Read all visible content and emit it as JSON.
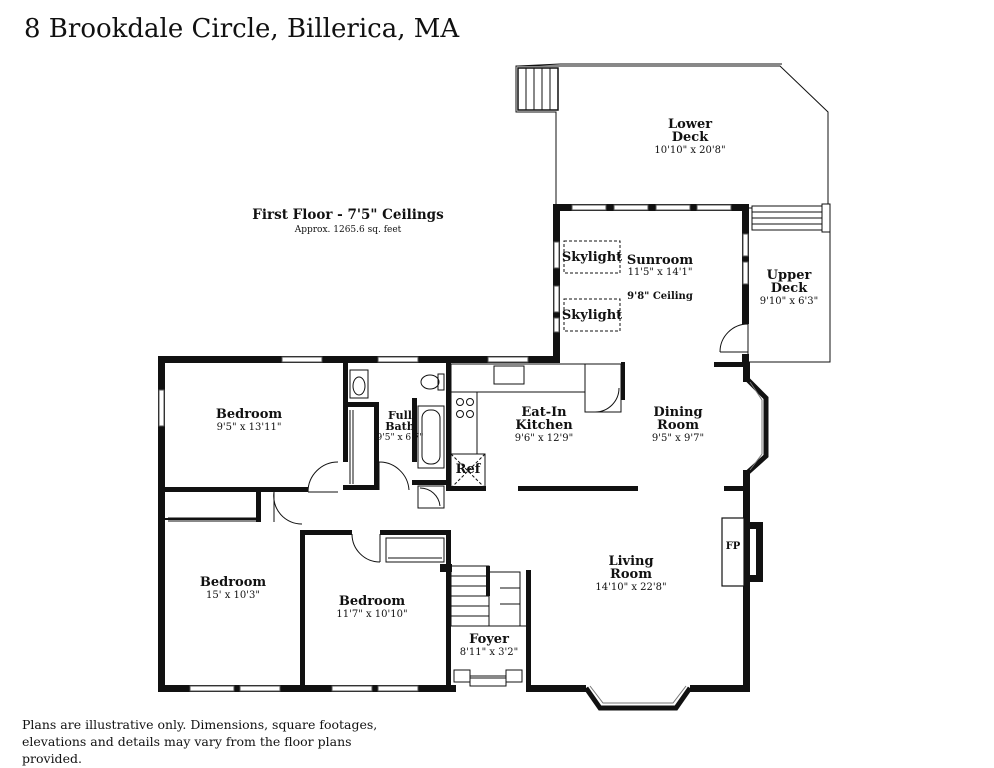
{
  "title": "8 Brookdale Circle, Billerica, MA",
  "floor": {
    "label": "First Floor - 7'5\" Ceilings",
    "area": "Approx. 1265.6 sq. feet"
  },
  "rooms": {
    "lower_deck": {
      "name1": "Lower",
      "name2": "Deck",
      "dims": "10'10\" x 20'8\""
    },
    "sunroom": {
      "name": "Sunroom",
      "dims": "11'5\" x 14'1\"",
      "note": "9'8\" Ceiling"
    },
    "skylight_1": "Skylight",
    "skylight_2": "Skylight",
    "upper_deck": {
      "name1": "Upper",
      "name2": "Deck",
      "dims": "9'10\" x 6'3\""
    },
    "bedroom_1": {
      "name": "Bedroom",
      "dims": "9'5\" x 13'11\""
    },
    "full_bath": {
      "name1": "Full",
      "name2": "Bath",
      "dims": "9'5\" x 6'7\""
    },
    "kitchen": {
      "name1": "Eat-In",
      "name2": "Kitchen",
      "dims": "9'6\" x 12'9\""
    },
    "dining": {
      "name1": "Dining",
      "name2": "Room",
      "dims": "9'5\" x 9'7\""
    },
    "ref": "Ref",
    "fireplace": "FP",
    "bedroom_2": {
      "name": "Bedroom",
      "dims": "15' x 10'3\""
    },
    "bedroom_3": {
      "name": "Bedroom",
      "dims": "11'7\" x 10'10\""
    },
    "living": {
      "name1": "Living",
      "name2": "Room",
      "dims": "14'10\" x 22'8\""
    },
    "foyer": {
      "name": "Foyer",
      "dims": "8'11\" x 3'2\""
    }
  },
  "disclaimer": "Plans are illustrative only. Dimensions, square footages, elevations and details may vary from the floor plans provided."
}
